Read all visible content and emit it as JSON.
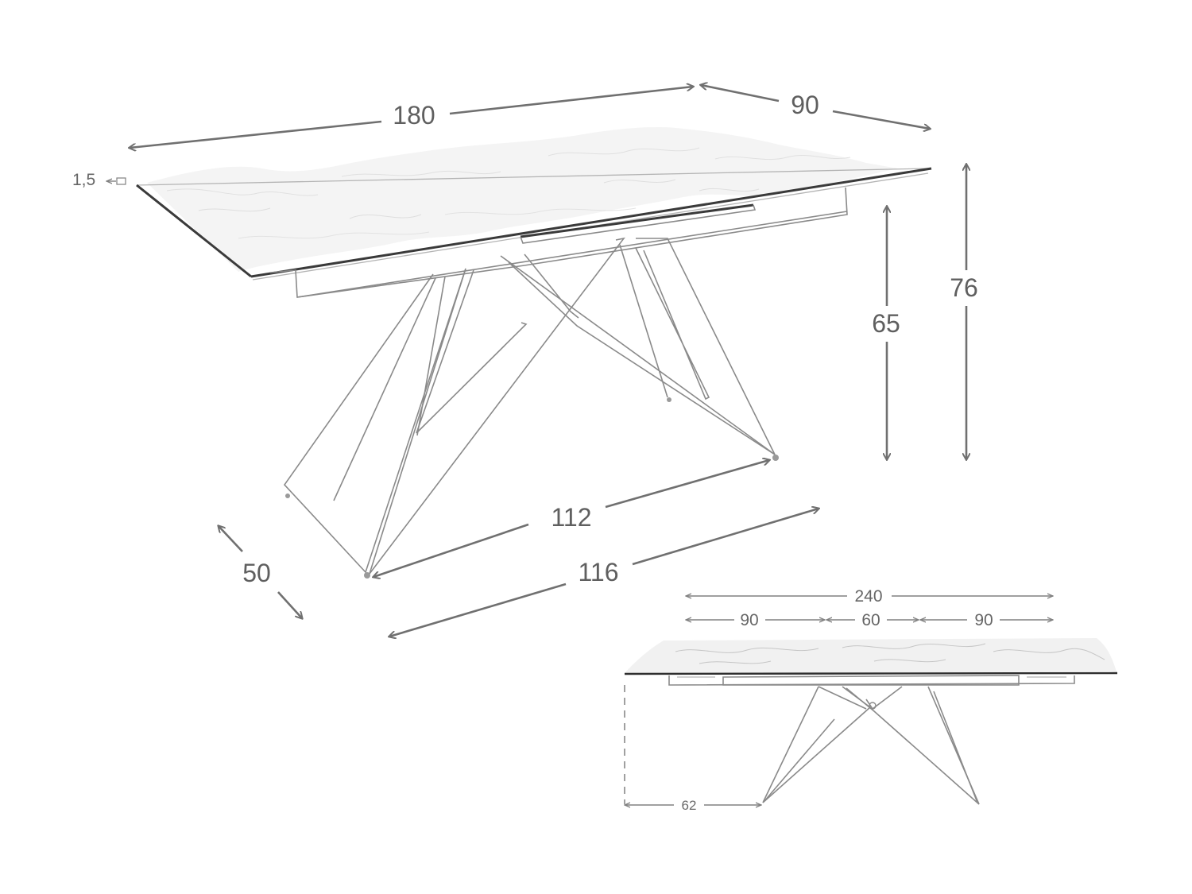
{
  "colors": {
    "background": "#ffffff",
    "dimension_line": "#707070",
    "dimension_text": "#5f5f5f",
    "outline": "#8a8a8a",
    "marble_texture": "#cfcfcf"
  },
  "main_view": {
    "dims": {
      "length": "180",
      "depth": "90",
      "thickness": "1,5",
      "height_total": "76",
      "height_clear": "65",
      "base_inner": "112",
      "base_outer": "116",
      "base_width": "50"
    }
  },
  "extended_view": {
    "dims": {
      "total": "240",
      "left_part": "90",
      "middle_part": "60",
      "right_part": "90",
      "overhang": "62"
    }
  }
}
